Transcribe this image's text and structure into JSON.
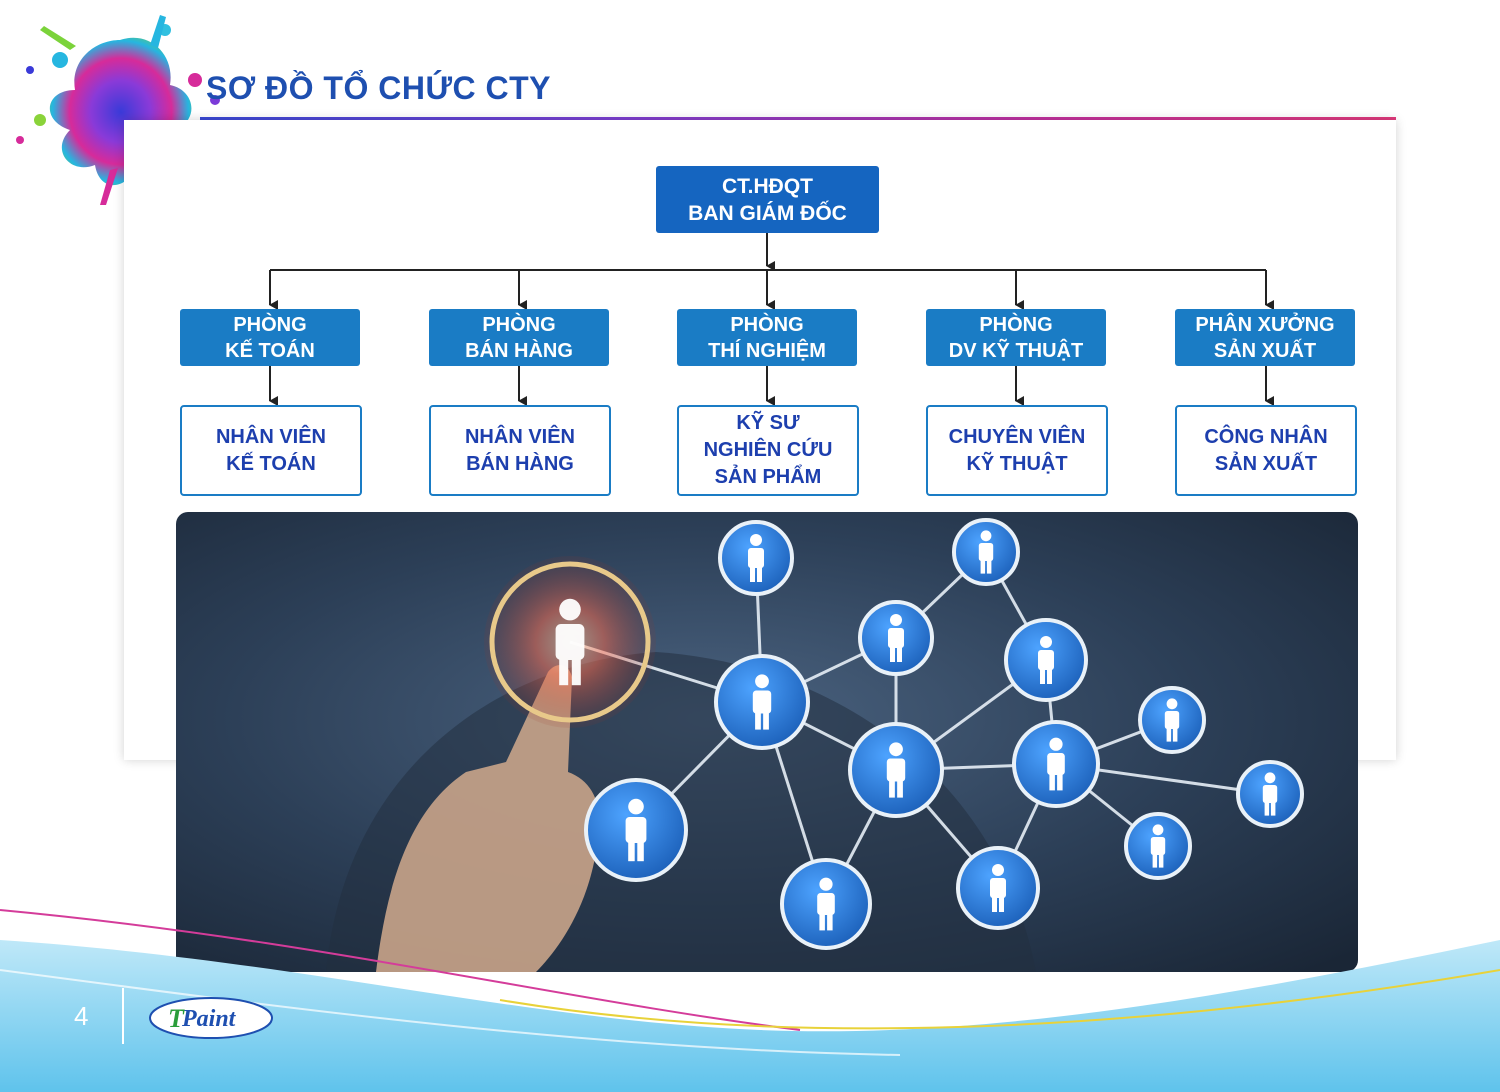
{
  "page": {
    "title": "SƠ ĐỒ TỔ CHỨC CTY",
    "page_number": "4"
  },
  "org_chart": {
    "top": "CT.HĐQT\nBAN GIÁM ĐỐC",
    "departments": [
      {
        "name": "PHÒNG\nKẾ TOÁN",
        "staff": "NHÂN VIÊN\nKẾ TOÁN"
      },
      {
        "name": "PHÒNG\nBÁN HÀNG",
        "staff": "NHÂN VIÊN\nBÁN HÀNG"
      },
      {
        "name": "PHÒNG\nTHÍ NGHIỆM",
        "staff": "KỸ SƯ\nNGHIÊN CỨU\nSẢN PHẨM"
      },
      {
        "name": "PHÒNG\nDV KỸ THUẬT",
        "staff": "CHUYÊN VIÊN\nKỸ THUẬT"
      },
      {
        "name": "PHÂN XƯỞNG\nSẢN XUẤT",
        "staff": "CÔNG NHÂN\nSẢN XUẤT"
      }
    ]
  },
  "logo": {
    "text": "Paint",
    "mark": "T"
  },
  "colors": {
    "title": "#1e4fb0",
    "box_fill": "#1a7cc5",
    "box_text_outline": "#1d3fae",
    "network_bg": "#2b3e55",
    "node": "#2f7fd8"
  }
}
